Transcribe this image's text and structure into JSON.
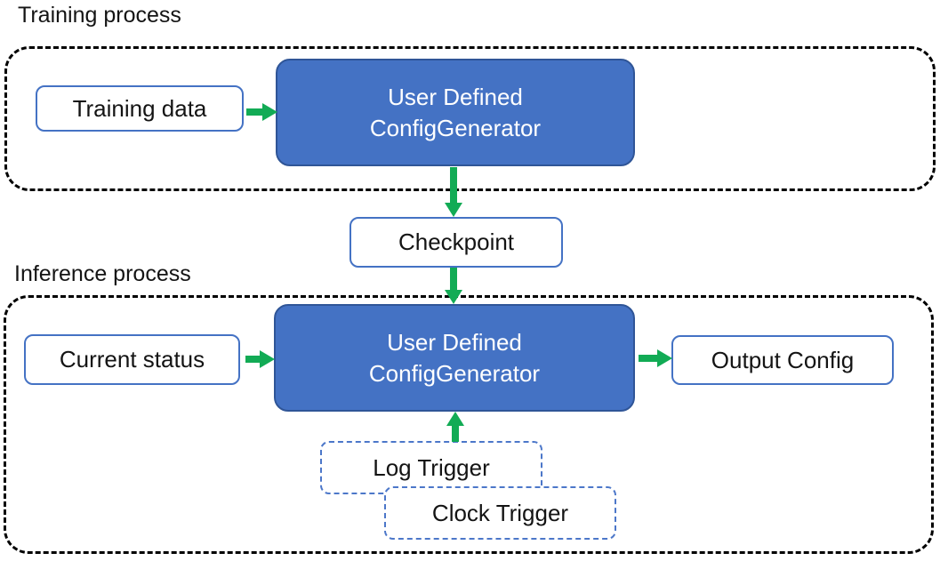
{
  "colors": {
    "node_blue_fill": "#4472C4",
    "node_blue_border": "#2F5597",
    "white_box_outline_blue": "#4472C4",
    "trigger_dashed_blue": "#4C77C9",
    "arrow_green": "#12AB55",
    "region_dash_black": "#000000",
    "text_dark": "#141414",
    "text_light": "#FFFFFF"
  },
  "training": {
    "title": "Training process",
    "training_data_label": "Training data",
    "generator_line1": "User Defined",
    "generator_line2": "ConfigGenerator"
  },
  "checkpoint_label": "Checkpoint",
  "inference": {
    "title": "Inference process",
    "current_status_label": "Current status",
    "generator_line1": "User Defined",
    "generator_line2": "ConfigGenerator",
    "output_config_label": "Output Config",
    "log_trigger_label": "Log Trigger",
    "clock_trigger_label": "Clock Trigger"
  },
  "arrows": [
    {
      "from": "training-data",
      "to": "training-generator",
      "direction": "right"
    },
    {
      "from": "training-generator",
      "to": "checkpoint",
      "direction": "down"
    },
    {
      "from": "checkpoint",
      "to": "inference-generator",
      "direction": "down"
    },
    {
      "from": "current-status",
      "to": "inference-generator",
      "direction": "right"
    },
    {
      "from": "inference-generator",
      "to": "output-config",
      "direction": "right"
    },
    {
      "from": "log-trigger",
      "to": "inference-generator",
      "direction": "up"
    }
  ]
}
